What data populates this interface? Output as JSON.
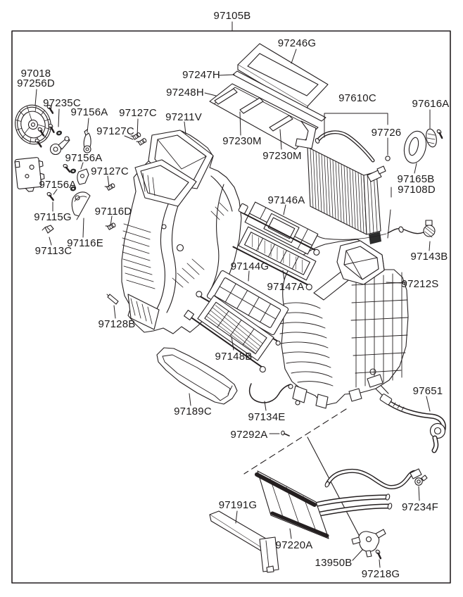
{
  "page": {
    "background": "#ffffff",
    "line_color": "#241f20"
  },
  "diagram": {
    "name": "HVAC heater and evaporator exploded parts diagram",
    "labels": {
      "97105B": "97105B",
      "97246G": "97246G",
      "97247H": "97247H",
      "97248H": "97248H",
      "97018": "97018",
      "97256D": "97256D",
      "97235C": "97235C",
      "97156A": "97156A",
      "97127C": "97127C",
      "97211V": "97211V",
      "97230M": "97230M",
      "97610C": "97610C",
      "97616A": "97616A",
      "97726": "97726",
      "97165B": "97165B",
      "97108D": "97108D",
      "97115G": "97115G",
      "97116D": "97116D",
      "97116E": "97116E",
      "97113C": "97113C",
      "97143B": "97143B",
      "97146A": "97146A",
      "97144G": "97144G",
      "97147A": "97147A",
      "97212S": "97212S",
      "97128B": "97128B",
      "97148B": "97148B",
      "97189C": "97189C",
      "97134E": "97134E",
      "97651": "97651",
      "97292A": "97292A",
      "97191G": "97191G",
      "97220A": "97220A",
      "97234F": "97234F",
      "13950B": "13950B",
      "97218G": "97218G"
    }
  }
}
